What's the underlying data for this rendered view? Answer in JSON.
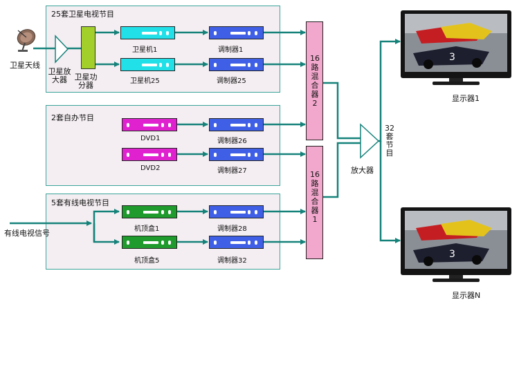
{
  "satellite_group": {
    "title": "25套卫星电视节目",
    "antenna_label": "卫星天线",
    "amp_label": "卫星放大器",
    "splitter_label": "卫星功分器",
    "receiver1": "卫星机1",
    "receiver25": "卫星机25",
    "modulator1": "调制器1",
    "modulator25": "调制器25"
  },
  "self_group": {
    "title": "2套自办节目",
    "dvd1": "DVD1",
    "dvd2": "DVD2",
    "modulator26": "调制器26",
    "modulator27": "调制器27"
  },
  "cable_group": {
    "title": "5套有线电视节目",
    "input_label": "有线电视信号",
    "stb1": "机顶盒1",
    "stb5": "机顶盒5",
    "modulator28": "调制器28",
    "modulator32": "调制器32"
  },
  "mixer2": {
    "text": "16路混合器2"
  },
  "mixer1": {
    "text": "16路混合器1"
  },
  "amplifier": {
    "label": "放大器",
    "programs": "32套节目"
  },
  "displays": {
    "top": "显示器1",
    "bottom": "显示器N"
  },
  "colors": {
    "wire": "#15827a",
    "panel_border": "#3aa39a",
    "receiver": "#22e0e8",
    "modulator": "#3f5fe6",
    "dvd": "#e021d0",
    "stb": "#1f9a2c",
    "splitter": "#a2cf2a",
    "mixer": "#f2a7cc"
  }
}
